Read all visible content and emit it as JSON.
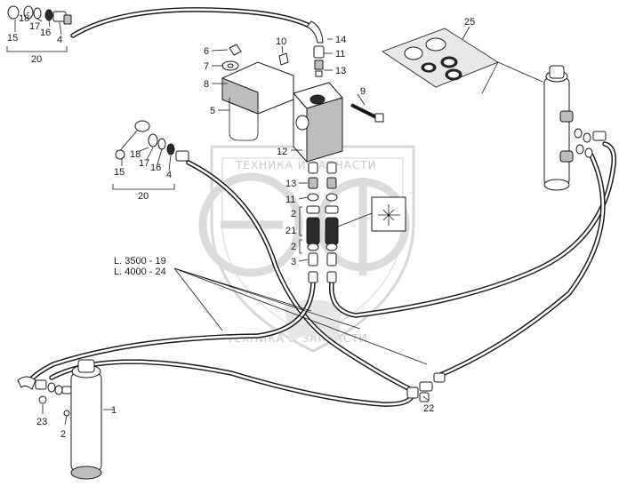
{
  "watermark": {
    "text": "ТЕХНИКА И ЗАПЧАСТИ",
    "letters": [
      "Э",
      "Ф"
    ]
  },
  "callouts": [
    {
      "id": "c15a",
      "text": "15"
    },
    {
      "id": "c18a",
      "text": "18"
    },
    {
      "id": "c17a",
      "text": "17"
    },
    {
      "id": "c16a",
      "text": "16"
    },
    {
      "id": "c4a",
      "text": "4"
    },
    {
      "id": "c20a",
      "text": "20"
    },
    {
      "id": "c6",
      "text": "6"
    },
    {
      "id": "c7",
      "text": "7"
    },
    {
      "id": "c8",
      "text": "8"
    },
    {
      "id": "c5",
      "text": "5"
    },
    {
      "id": "c10",
      "text": "10"
    },
    {
      "id": "c14",
      "text": "14"
    },
    {
      "id": "c11a",
      "text": "11"
    },
    {
      "id": "c13a",
      "text": "13"
    },
    {
      "id": "c9",
      "text": "9"
    },
    {
      "id": "c12",
      "text": "12"
    },
    {
      "id": "c25",
      "text": "25"
    },
    {
      "id": "c18b",
      "text": "18"
    },
    {
      "id": "c17b",
      "text": "17"
    },
    {
      "id": "c16b",
      "text": "16"
    },
    {
      "id": "c15b",
      "text": "15"
    },
    {
      "id": "c4b",
      "text": "4"
    },
    {
      "id": "c20b",
      "text": "20"
    },
    {
      "id": "c13b",
      "text": "13"
    },
    {
      "id": "c11b",
      "text": "11"
    },
    {
      "id": "c2a",
      "text": "2"
    },
    {
      "id": "c21",
      "text": "21"
    },
    {
      "id": "c2b",
      "text": "2"
    },
    {
      "id": "c3",
      "text": "3"
    },
    {
      "id": "c1",
      "text": "1"
    },
    {
      "id": "c23",
      "text": "23"
    },
    {
      "id": "c2c",
      "text": "2"
    },
    {
      "id": "c22",
      "text": "22"
    }
  ],
  "hose_lengths": [
    {
      "id": "len1",
      "text": "L. 3500 - 19"
    },
    {
      "id": "len2",
      "text": "L. 4000 - 24"
    }
  ]
}
